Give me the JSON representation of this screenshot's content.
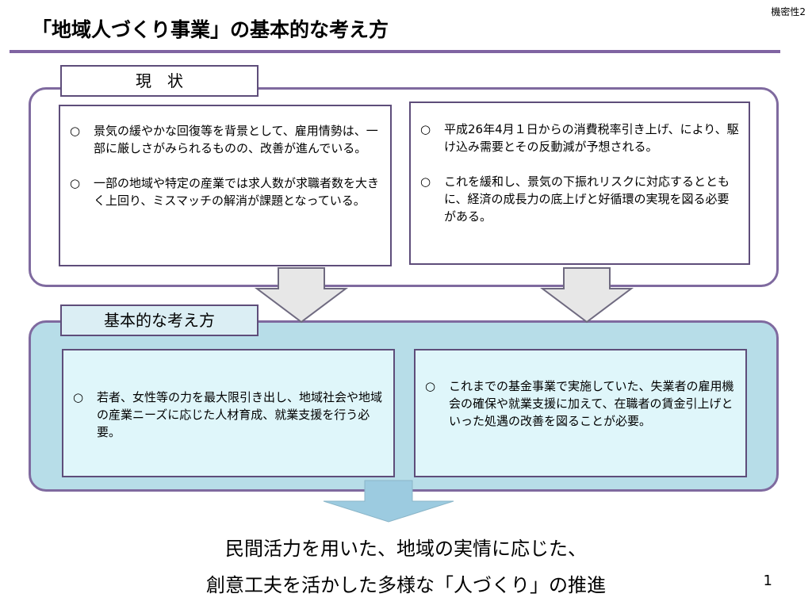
{
  "header": {
    "confidential": "機密性2",
    "title": "「地域人づくり事業」の基本的な考え方"
  },
  "current_situation": {
    "label": "現　状",
    "left_items": [
      "景気の緩やかな回復等を背景として、雇用情勢は、一部に厳しさがみられるものの、改善が進んでいる。",
      "一部の地域や特定の産業では求人数が求職者数を大きく上回り、ミスマッチの解消が課題となっている。"
    ],
    "right_items": [
      "平成26年4月１日からの消費税率引き上げ、により、駆け込み需要とその反動減が予想される。",
      "これを緩和し、景気の下振れリスクに対応するとともに、経済の成長力の底上げと好循環の実現を図る必要がある。"
    ]
  },
  "basic_approach": {
    "label": "基本的な考え方",
    "left_items": [
      "若者、女性等の力を最大限引き出し、地域社会や地域の産業ニーズに応じた人材育成、就業支援を行う必要。"
    ],
    "right_items": [
      "これまでの基金事業で実施していた、失業者の雇用機会の確保や就業支援に加えて、在職者の賃金引上げといった処遇の改善を図ることが必要。"
    ]
  },
  "bullet": "○",
  "conclusion": {
    "line1": "民間活力を用いた、地域の実情に応じた、",
    "line2": "創意工夫を活かした多様な「人づくり」の推進"
  },
  "page_number": "1",
  "colors": {
    "title_rule": "#8064a2",
    "panel_border": "#7f6a9f",
    "approach_panel_fill": "#b7dde8",
    "approach_card_fill": "#dff6fa",
    "down_arrow_fill": "#e7e7e7",
    "final_arrow_fill": "#9ccbe0"
  }
}
